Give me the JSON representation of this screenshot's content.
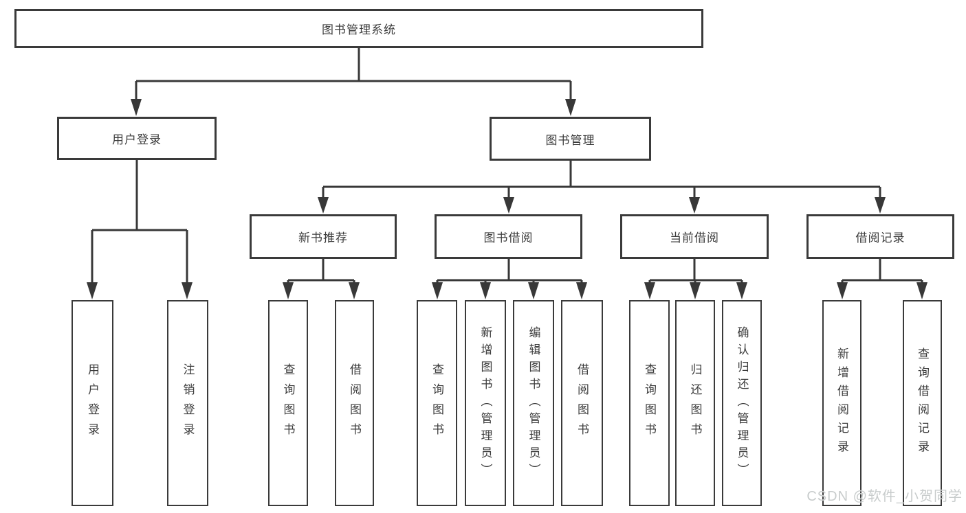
{
  "diagram": {
    "root": {
      "label": "图书管理系统"
    },
    "level2": {
      "user_login": {
        "label": "用户登录"
      },
      "book_mgmt": {
        "label": "图书管理"
      }
    },
    "level3": {
      "new_books": {
        "label": "新书推荐"
      },
      "borrowing": {
        "label": "图书借阅"
      },
      "current": {
        "label": "当前借阅"
      },
      "records": {
        "label": "借阅记录"
      }
    },
    "leaves": {
      "user_login": [
        "用户登录",
        "注销登录"
      ],
      "new_books": [
        "查询图书",
        "借阅图书"
      ],
      "borrowing": [
        "查询图书",
        "新增图书（管理员）",
        "编辑图书（管理员）",
        "借阅图书"
      ],
      "current": [
        "查询图书",
        "归还图书",
        "确认归还（管理员）"
      ],
      "records": [
        "新增借阅记录",
        "查询借阅记录"
      ]
    }
  },
  "watermark": "CSDN @软件_小贺同学",
  "colors": {
    "line": "#383838",
    "border": "#3a3a3a",
    "text": "#3c3c3c",
    "background": "#ffffff",
    "watermark": "#c8cccc"
  }
}
